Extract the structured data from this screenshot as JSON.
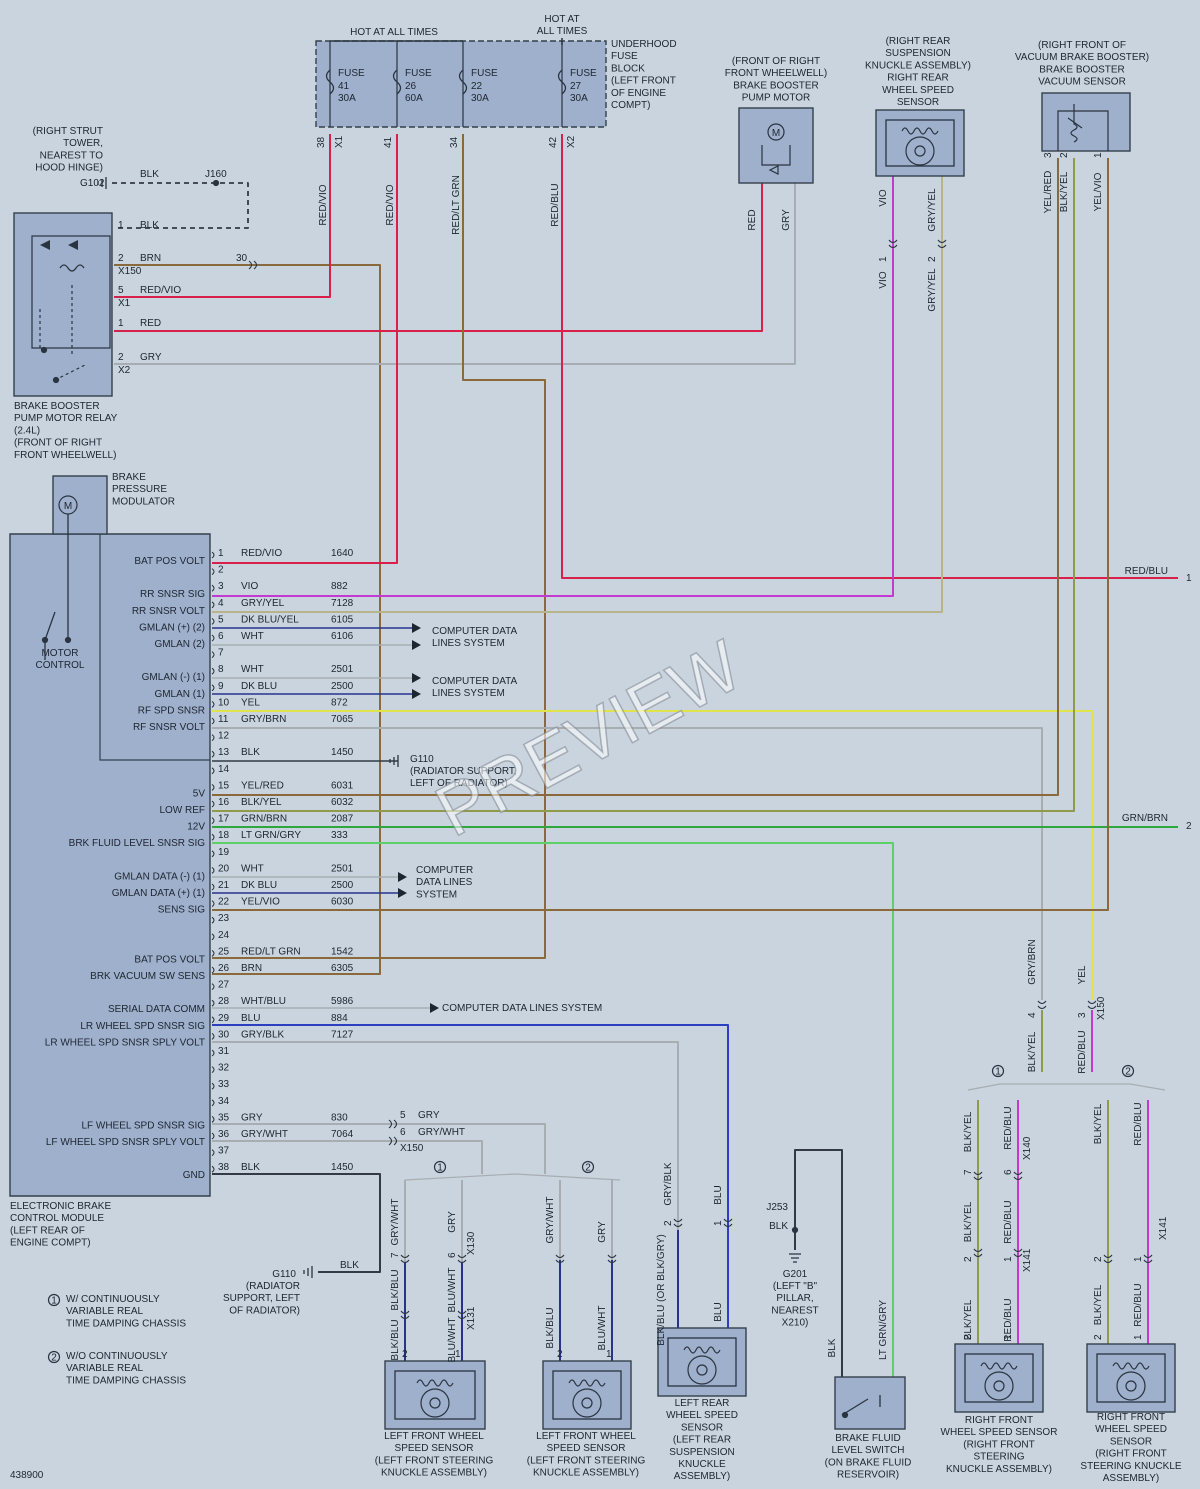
{
  "colors": {
    "background": "#c9d4df",
    "module": "#9fb0cc",
    "red": "#d8204a",
    "brown": "#8a6a3a",
    "violet": "#c33ad0",
    "gray": "#a8adb2",
    "grayyel": "#b7b48a",
    "blue": "#2b3fc2",
    "dkblue": "#27338d",
    "yellow": "#e0e44a",
    "green": "#2fa63f",
    "ltgreen": "#5ed06a",
    "olive": "#8f9a4a",
    "black": "#333a44"
  },
  "fuse_block": {
    "hot_left": "HOT AT ALL TIMES",
    "hot_right": [
      "HOT AT",
      "ALL TIMES"
    ],
    "title": [
      "UNDERHOOD",
      "FUSE",
      "BLOCK",
      "(LEFT FRONT",
      "OF ENGINE",
      "COMPT)"
    ],
    "fuses": [
      {
        "name": "FUSE",
        "number": "41",
        "amps": "30A",
        "pin": "38",
        "conn": "X1",
        "wire": "RED/VIO"
      },
      {
        "name": "FUSE",
        "number": "26",
        "amps": "60A",
        "pin": "41",
        "conn": "",
        "wire": "RED/VIO"
      },
      {
        "name": "FUSE",
        "number": "22",
        "amps": "30A",
        "pin": "34",
        "conn": "",
        "wire": "RED/LT GRN"
      },
      {
        "name": "FUSE",
        "number": "27",
        "amps": "30A",
        "pin": "42",
        "conn": "X2",
        "wire": "RED/BLU"
      }
    ]
  },
  "ground_g102": {
    "location": [
      "(RIGHT STRUT",
      "TOWER,",
      "NEAREST TO",
      "HOOD HINGE)"
    ],
    "ground": "G102",
    "wire": "BLK",
    "junction": "J160"
  },
  "relay": {
    "label": [
      "BRAKE BOOSTER",
      "PUMP MOTOR RELAY",
      "(2.4L)",
      "(FRONT OF RIGHT",
      "FRONT WHEELWELL)"
    ],
    "pins": [
      {
        "pin": "1",
        "wire": "BLK"
      },
      {
        "pin": "2",
        "wire": "BRN",
        "splice": "30",
        "conn": "X150"
      },
      {
        "pin": "5",
        "wire": "RED/VIO",
        "conn": "X1"
      },
      {
        "pin": "1",
        "wire": "RED"
      },
      {
        "pin": "2",
        "wire": "GRY",
        "conn": "X2"
      }
    ]
  },
  "pump_motor": {
    "label": [
      "(FRONT OF RIGHT",
      "FRONT WHEELWELL)",
      "BRAKE BOOSTER",
      "PUMP MOTOR"
    ],
    "motor": "M",
    "wires": [
      "RED",
      "GRY"
    ]
  },
  "rr_sensor": {
    "label": [
      "(RIGHT REAR",
      "SUSPENSION",
      "KNUCKLE ASSEMBLY)",
      "RIGHT REAR",
      "WHEEL SPEED",
      "SENSOR"
    ],
    "wires": [
      "VIO",
      "GRY/YEL"
    ],
    "conn_pins": [
      "1",
      "2"
    ],
    "conn_wires": [
      "VIO",
      "GRY/YEL"
    ]
  },
  "vac_sensor": {
    "label": [
      "(RIGHT FRONT OF",
      "VACUUM BRAKE BOOSTER)",
      "BRAKE BOOSTER",
      "VACUUM SENSOR"
    ],
    "pins": [
      "3",
      "2",
      "1"
    ],
    "wires": [
      "YEL/RED",
      "BLK/YEL",
      "YEL/VIO"
    ]
  },
  "modulator": {
    "label": [
      "BRAKE",
      "PRESSURE",
      "MODULATOR"
    ],
    "motor": "M"
  },
  "motor_control": [
    "MOTOR",
    "CONTROL"
  ],
  "ebcm": {
    "label": [
      "ELECTRONIC BRAKE",
      "CONTROL MODULE",
      "(LEFT REAR OF",
      "ENGINE COMPT)"
    ],
    "pins": [
      {
        "pin": "1",
        "func": "BAT POS VOLT",
        "wire": "RED/VIO",
        "circuit": "1640"
      },
      {
        "pin": "2",
        "func": "",
        "wire": "",
        "circuit": ""
      },
      {
        "pin": "3",
        "func": "RR SNSR SIG",
        "wire": "VIO",
        "circuit": "882"
      },
      {
        "pin": "4",
        "func": "RR SNSR VOLT",
        "wire": "GRY/YEL",
        "circuit": "7128"
      },
      {
        "pin": "5",
        "func": "GMLAN (+) (2)",
        "wire": "DK BLU/YEL",
        "circuit": "6105"
      },
      {
        "pin": "6",
        "func": "GMLAN (2)",
        "wire": "WHT",
        "circuit": "6106"
      },
      {
        "pin": "7",
        "func": "",
        "wire": "",
        "circuit": ""
      },
      {
        "pin": "8",
        "func": "GMLAN (-) (1)",
        "wire": "WHT",
        "circuit": "2501"
      },
      {
        "pin": "9",
        "func": "GMLAN (1)",
        "wire": "DK BLU",
        "circuit": "2500"
      },
      {
        "pin": "10",
        "func": "RF SPD SNSR",
        "wire": "YEL",
        "circuit": "872"
      },
      {
        "pin": "11",
        "func": "RF SNSR VOLT",
        "wire": "GRY/BRN",
        "circuit": "7065"
      },
      {
        "pin": "12",
        "func": "",
        "wire": "",
        "circuit": ""
      },
      {
        "pin": "13",
        "func": "",
        "wire": "BLK",
        "circuit": "1450"
      },
      {
        "pin": "14",
        "func": "",
        "wire": "",
        "circuit": ""
      },
      {
        "pin": "15",
        "func": "5V",
        "wire": "YEL/RED",
        "circuit": "6031"
      },
      {
        "pin": "16",
        "func": "LOW REF",
        "wire": "BLK/YEL",
        "circuit": "6032"
      },
      {
        "pin": "17",
        "func": "12V",
        "wire": "GRN/BRN",
        "circuit": "2087"
      },
      {
        "pin": "18",
        "func": "BRK FLUID LEVEL SNSR SIG",
        "wire": "LT GRN/GRY",
        "circuit": "333"
      },
      {
        "pin": "19",
        "func": "",
        "wire": "",
        "circuit": ""
      },
      {
        "pin": "20",
        "func": "GMLAN DATA (-) (1)",
        "wire": "WHT",
        "circuit": "2501"
      },
      {
        "pin": "21",
        "func": "GMLAN DATA (+) (1)",
        "wire": "DK BLU",
        "circuit": "2500"
      },
      {
        "pin": "22",
        "func": "SENS SIG",
        "wire": "YEL/VIO",
        "circuit": "6030"
      },
      {
        "pin": "23",
        "func": "",
        "wire": "",
        "circuit": ""
      },
      {
        "pin": "24",
        "func": "",
        "wire": "",
        "circuit": ""
      },
      {
        "pin": "25",
        "func": "BAT POS VOLT",
        "wire": "RED/LT GRN",
        "circuit": "1542"
      },
      {
        "pin": "26",
        "func": "BRK VACUUM SW SENS",
        "wire": "BRN",
        "circuit": "6305"
      },
      {
        "pin": "27",
        "func": "",
        "wire": "",
        "circuit": ""
      },
      {
        "pin": "28",
        "func": "SERIAL DATA COMM",
        "wire": "WHT/BLU",
        "circuit": "5986"
      },
      {
        "pin": "29",
        "func": "LR WHEEL SPD SNSR SIG",
        "wire": "BLU",
        "circuit": "884"
      },
      {
        "pin": "30",
        "func": "LR WHEEL SPD SNSR SPLY VOLT",
        "wire": "GRY/BLK",
        "circuit": "7127"
      },
      {
        "pin": "31",
        "func": "",
        "wire": "",
        "circuit": ""
      },
      {
        "pin": "32",
        "func": "",
        "wire": "",
        "circuit": ""
      },
      {
        "pin": "33",
        "func": "",
        "wire": "",
        "circuit": ""
      },
      {
        "pin": "34",
        "func": "",
        "wire": "",
        "circuit": ""
      },
      {
        "pin": "35",
        "func": "LF WHEEL SPD SNSR SIG",
        "wire": "GRY",
        "circuit": "830"
      },
      {
        "pin": "36",
        "func": "LF WHEEL SPD SNSR SPLY VOLT",
        "wire": "GRY/WHT",
        "circuit": "7064"
      },
      {
        "pin": "37",
        "func": "",
        "wire": "",
        "circuit": ""
      },
      {
        "pin": "38",
        "func": "GND",
        "wire": "BLK",
        "circuit": "1450"
      }
    ]
  },
  "data_lines": {
    "cd1": [
      "COMPUTER DATA",
      "LINES SYSTEM"
    ],
    "cd2": [
      "COMPUTER DATA",
      "LINES SYSTEM"
    ],
    "cd3": [
      "COMPUTER",
      "DATA LINES",
      "SYSTEM"
    ],
    "cd4": "COMPUTER DATA LINES SYSTEM"
  },
  "g110_top": {
    "ground": "G110",
    "location": [
      "(RADIATOR SUPPORT,",
      "LEFT OF RADIATOR)"
    ]
  },
  "g110_bottom": {
    "ground": "G110",
    "location": [
      "(RADIATOR",
      "SUPPORT, LEFT",
      "OF RADIATOR)"
    ],
    "wire": "BLK"
  },
  "offpage": [
    {
      "wire": "RED/BLU",
      "ref": "1"
    },
    {
      "wire": "GRN/BRN",
      "ref": "2"
    }
  ],
  "x150_lf": {
    "pins": [
      "5",
      "6"
    ],
    "wires": [
      "GRY",
      "GRY/WHT"
    ],
    "conn": "X150"
  },
  "lf_options": {
    "opt1": "1",
    "opt2": "2"
  },
  "lf_opt1": {
    "top_wires": [
      "GRY/WHT",
      "GRY"
    ],
    "x130_pins": [
      "7",
      "6"
    ],
    "conn_a": "X130",
    "mid_wires": [
      "BLK/BLU",
      "BLU/WHT"
    ],
    "conn_b": "X131",
    "bot_wires": [
      "BLK/BLU",
      "BLU/WHT"
    ]
  },
  "lf_opt2": {
    "top_wires": [
      "GRY/WHT",
      "GRY"
    ],
    "bot_wires": [
      "BLK/BLU",
      "BLU/WHT"
    ]
  },
  "lf_sensor_1": {
    "pins": [
      "2",
      "1"
    ],
    "label": [
      "LEFT FRONT WHEEL",
      "SPEED SENSOR",
      "(LEFT FRONT STEERING",
      "KNUCKLE ASSEMBLY)"
    ]
  },
  "lf_sensor_2": {
    "pins": [
      "2",
      "1"
    ],
    "label": [
      "LEFT FRONT WHEEL",
      "SPEED SENSOR",
      "(LEFT FRONT STEERING",
      "KNUCKLE ASSEMBLY)"
    ]
  },
  "lr_sensor": {
    "top_wires": [
      "GRY/BLK",
      "BLU"
    ],
    "conn_pins": [
      "2",
      "1"
    ],
    "bot_wires": [
      "BLK/BLU (OR BLK/GRY)",
      "BLU"
    ],
    "label": [
      "LEFT REAR",
      "WHEEL SPEED",
      "SENSOR",
      "(LEFT REAR",
      "SUSPENSION",
      "KNUCKLE",
      "ASSEMBLY)"
    ]
  },
  "j253": {
    "junction": "J253",
    "wire": "BLK",
    "ground": "G201",
    "location": [
      "(LEFT \"B\"",
      "PILLAR,",
      "NEAREST",
      "X210)"
    ]
  },
  "fluid_switch": {
    "wires": [
      "BLK",
      "LT GRN/GRY"
    ],
    "label": [
      "BRAKE FLUID",
      "LEVEL SWITCH",
      "(ON BRAKE FLUID",
      "RESERVOIR)"
    ]
  },
  "rf_top": {
    "wires": [
      "GRY/BRN",
      "YEL"
    ],
    "pins": [
      "4",
      "3"
    ],
    "conn": "X150",
    "bot_wires": [
      "BLK/YEL",
      "RED/BLU"
    ],
    "opt1": "1",
    "opt2": "2"
  },
  "rf_opt1": {
    "wires_a": [
      "BLK/YEL",
      "RED/BLU"
    ],
    "pins_a": [
      "7",
      "6"
    ],
    "conn_a": "X140",
    "wires_b": [
      "BLK/YEL",
      "RED/BLU"
    ],
    "pins_b": [
      "2",
      "1"
    ],
    "conn_b": "X141",
    "wires_c": [
      "BLK/YEL",
      "RED/BLU"
    ],
    "sensor_pins": [
      "2",
      "1"
    ],
    "label": [
      "RIGHT FRONT",
      "WHEEL SPEED SENSOR",
      "(RIGHT FRONT",
      "STEERING",
      "KNUCKLE ASSEMBLY)"
    ]
  },
  "rf_opt2": {
    "wires_a": [
      "BLK/YEL",
      "RED/BLU"
    ],
    "pins_b": [
      "2",
      "1"
    ],
    "conn_b": "X141",
    "wires_c": [
      "BLK/YEL",
      "RED/BLU"
    ],
    "sensor_pins": [
      "2",
      "1"
    ],
    "label": [
      "RIGHT FRONT",
      "WHEEL SPEED",
      "SENSOR",
      "(RIGHT FRONT",
      "STEERING KNUCKLE",
      "ASSEMBLY)"
    ]
  },
  "legend": [
    {
      "num": "1",
      "text": [
        "W/ CONTINUOUSLY",
        "VARIABLE REAL",
        "TIME DAMPING CHASSIS"
      ]
    },
    {
      "num": "2",
      "text": [
        "W/O CONTINUOUSLY",
        "VARIABLE REAL",
        "TIME DAMPING CHASSIS"
      ]
    }
  ],
  "doc_number": "438900",
  "watermark": "PREVIEW"
}
